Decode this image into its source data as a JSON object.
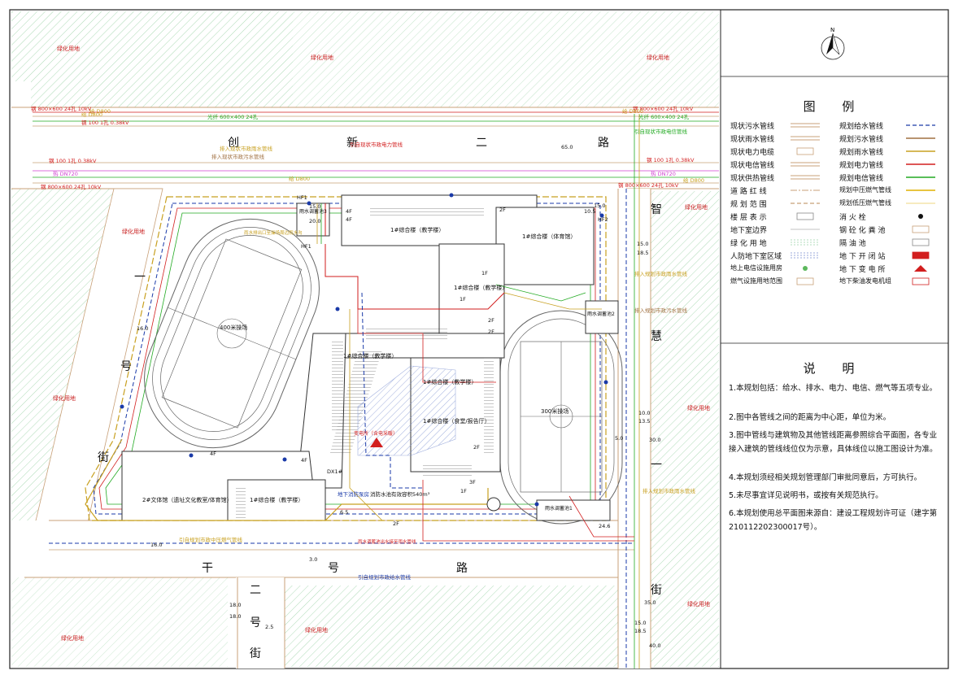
{
  "plan": {
    "greenland": [
      "绿化用地",
      "绿化用地",
      "绿化用地",
      "绿化用地",
      "绿化用地",
      "绿化用地",
      "绿化用地",
      "绿化用地",
      "绿化用地",
      "绿化用地"
    ],
    "roads": {
      "north": [
        "创",
        "新",
        "二",
        "路"
      ],
      "east": [
        "智",
        "慧",
        "一",
        "街"
      ],
      "west": [
        "一",
        "号",
        "街"
      ],
      "south": [
        "干",
        "号",
        "路"
      ],
      "southwest": [
        "二",
        "号",
        "街"
      ]
    },
    "buildings": {
      "b1": "1#综合楼（教学楼）",
      "b2": "1#综合楼（体育馆）",
      "b3": "1#综合楼（教学楼）",
      "b4": "1#综合楼（教学楼）",
      "b5": "1#综合楼（教学楼）",
      "b6": "1#综合楼（食堂/报告厅）",
      "b7": "1#综合楼（教学楼）",
      "b8": "2#文体馆（遗址文化教室/体育馆）",
      "track400": "400米操场",
      "track300": "300米操场",
      "pool1": "雨水调蓄池1",
      "pool2": "雨水调蓄池2",
      "pool3": "雨水调蓄池3",
      "fire_pool": "消防水池有效容积540m³",
      "pump": "地下消防泵房",
      "substation": "变电所（含电采暖）",
      "hf1": "HF1",
      "hf1b": "HF1",
      "hf2": "HF2",
      "dx": "DX1#"
    },
    "pipes": {
      "n1": "钢 800×600 24孔 10kV",
      "n2": "钢 100 1孔 0.38kV",
      "n3": "光纤 600×400 24孔",
      "n4": "给 D800",
      "n5": "钢 100 1孔 0.38kV",
      "n6": "热 DN720",
      "n7": "给 D800",
      "n8": "钢 800×600 24孔 10kV",
      "e1": "钢 800×600 24孔 10kV",
      "e2": "光纤 600×400 24孔",
      "e3": "钢 100 1孔 0.38kV",
      "e4": "热 DN720",
      "e5": "给 D800",
      "e6": "钢 800×600 24孔 10kV",
      "g1": "给 D800",
      "g2": "给 D800"
    },
    "connections": {
      "c1": "排入现状市政雨水管线",
      "c2": "排入现状市政污水管线",
      "c3": "引自现状市政电力管线",
      "c4": "引自现状市政电信管线",
      "c5": "排入规划市政雨水管线",
      "c6": "排入规划市政污水管线",
      "c7": "排入规划市政雨水管线",
      "c8": "引自规划市政给水管线",
      "c9": "引自规划市政中压燃气管线",
      "c10": "雨水排出口至操场周边雨水沟",
      "c11": "雨水调蓄池出水接至雨水管线"
    },
    "dims": {
      "d1": "15.0",
      "d2": "16.0",
      "d3": "15.0",
      "d4": "10.5",
      "d5": "15.0",
      "d6": "18.5",
      "d7": "10.0",
      "d8": "13.5",
      "d9": "30.0",
      "d10": "35.0",
      "d11": "15.0",
      "d12": "18.5",
      "d13": "40.0",
      "d14": "16.0",
      "d15": "18.0",
      "d16": "18.0",
      "d17": "2.5",
      "d18": "3.0",
      "d19": "6.5",
      "d20": "5.0",
      "d21": "24.6",
      "d22": "65.0",
      "d23": "20.0"
    },
    "floors": [
      "4F",
      "4F",
      "2F",
      "2F",
      "1F",
      "1F",
      "2F",
      "2F",
      "4F",
      "4F",
      "1F",
      "3F",
      "2F"
    ]
  },
  "legend": {
    "title": "图 例",
    "left": [
      {
        "label": "现状污水管线",
        "color": "#c8a078",
        "style": "double"
      },
      {
        "label": "现状雨水管线",
        "color": "#c8a078",
        "style": "double"
      },
      {
        "label": "现状电力电缆",
        "color": "#c8a078",
        "style": "box"
      },
      {
        "label": "现状电信管线",
        "color": "#c8a078",
        "style": "double"
      },
      {
        "label": "现状供热管线",
        "color": "#c8a078",
        "style": "double"
      },
      {
        "label": "道 路 红 线",
        "color": "#c8a078",
        "style": "dashdot"
      },
      {
        "label": "规 划 范 围",
        "color": "#c8a078",
        "style": "dashed"
      },
      {
        "label": "楼 层 表 示",
        "color": "#888888",
        "style": "box"
      },
      {
        "label": "地下室边界",
        "color": "#888888",
        "style": "thin"
      },
      {
        "label": "绿 化 用 地",
        "color": "#9bd2a6",
        "style": "hatch"
      },
      {
        "label": "人防地下室区域",
        "color": "#7a8fd0",
        "style": "hatch"
      },
      {
        "label": "地上电信设施用房",
        "color": "#5cb85c",
        "style": "circle"
      },
      {
        "label": "燃气设施用地范围",
        "color": "#c8a078",
        "style": "box"
      }
    ],
    "right": [
      {
        "label": "规划给水管线",
        "color": "#1a3aa8",
        "style": "dashed"
      },
      {
        "label": "规划污水管线",
        "color": "#a07040",
        "style": "solid"
      },
      {
        "label": "规划雨水管线",
        "color": "#c8a020",
        "style": "solid"
      },
      {
        "label": "规划电力管线",
        "color": "#d21e1e",
        "style": "solid"
      },
      {
        "label": "规划电信管线",
        "color": "#22aa22",
        "style": "solid"
      },
      {
        "label": "规划中压燃气管线",
        "color": "#e0b000",
        "style": "solid"
      },
      {
        "label": "规划低压燃气管线",
        "color": "#e0b000",
        "style": "thin"
      },
      {
        "label": "消 火 栓",
        "color": "#111111",
        "style": "circle"
      },
      {
        "label": "钢 砼 化 粪 池",
        "color": "#c8a078",
        "style": "box"
      },
      {
        "label": "隔 油 池",
        "color": "#888888",
        "style": "box"
      },
      {
        "label": "地 下 开 闭 站",
        "color": "#d21e1e",
        "style": "flag"
      },
      {
        "label": "地 下 变 电 所",
        "color": "#d21e1e",
        "style": "tri"
      },
      {
        "label": "地下柴油发电机组",
        "color": "#d21e1e",
        "style": "box"
      }
    ],
    "north": "N"
  },
  "notes": {
    "title": "说 明",
    "items": [
      "1.本规划包括：给水、排水、电力、电信、燃气等五项专业。",
      "2.图中各管线之间的距离为中心距，单位为米。",
      "3.图中管线与建筑物及其他管线距离参照综合平面图，各专业接入建筑的管线线位仅为示意，具体线位以施工图设计为准。",
      "4.本规划须经相关规划管理部门审批同意后，方可执行。",
      "5.未尽事宜详见说明书，或按有关规范执行。",
      "6.本规划使用总平面图来源自：建设工程规划许可证（建字第210112202300017号）。"
    ]
  }
}
